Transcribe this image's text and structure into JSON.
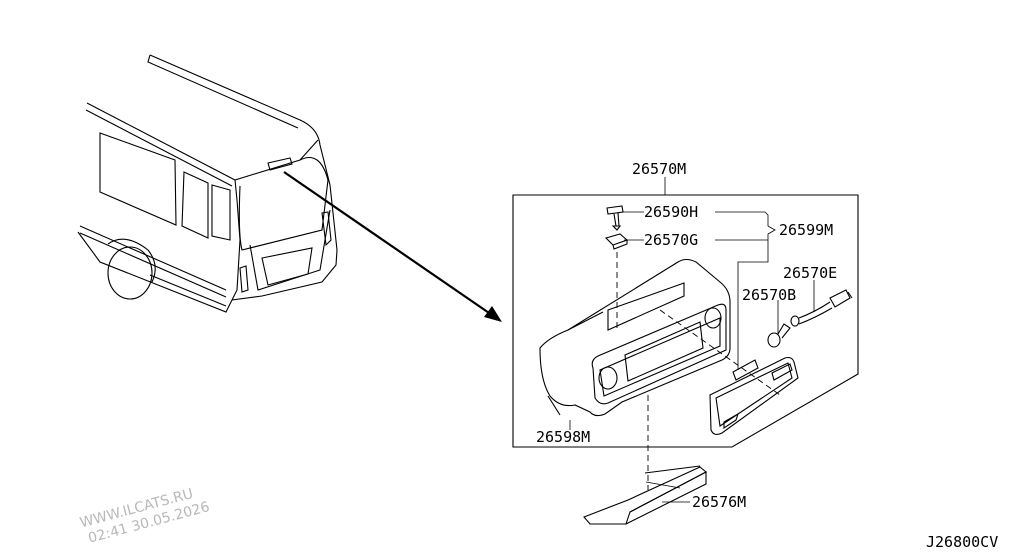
{
  "diagram": {
    "drawing_code": "J26800CV",
    "watermark": {
      "line1": "WWW.ILCATS.RU",
      "line2": "02:41 30.05.2026"
    },
    "parts": [
      {
        "id": "26570M"
      },
      {
        "id": "26590H"
      },
      {
        "id": "26570G"
      },
      {
        "id": "26599M"
      },
      {
        "id": "26570E"
      },
      {
        "id": "26570B"
      },
      {
        "id": "26598M"
      },
      {
        "id": "26576M"
      }
    ]
  }
}
